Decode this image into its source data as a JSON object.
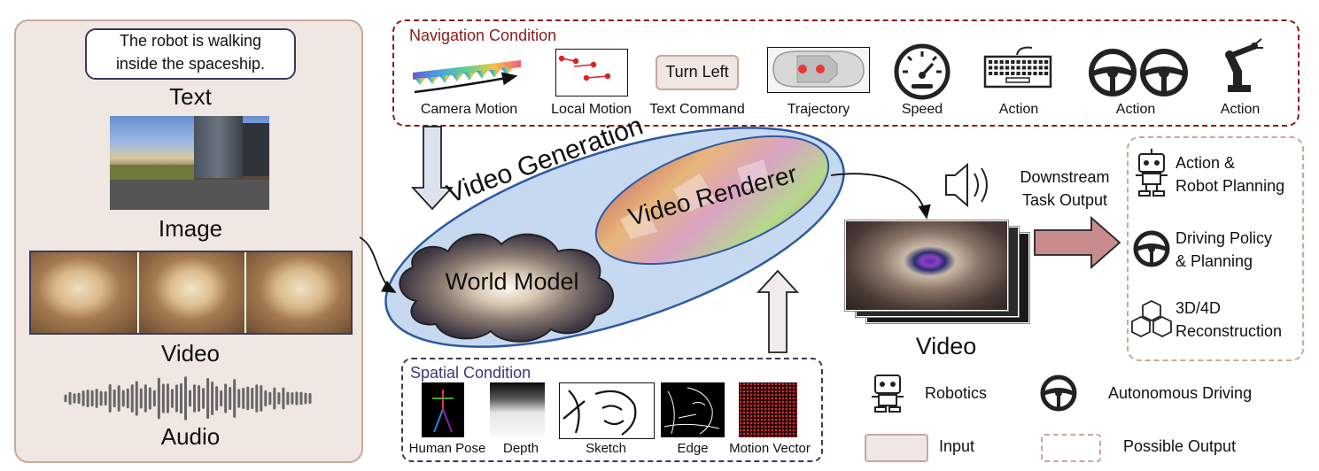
{
  "inputs": {
    "text_prompt": [
      "The robot is walking",
      "inside the spaceship."
    ],
    "text_label": "Text",
    "image_label": "Image",
    "video_label": "Video",
    "audio_label": "Audio"
  },
  "navigation": {
    "title": "Navigation Condition",
    "turn_left": "Turn Left",
    "items": [
      "Camera Motion",
      "Local Motion",
      "Text Command",
      "Trajectory",
      "Speed",
      "Action",
      "Action",
      "Action"
    ]
  },
  "center": {
    "video_generation": "Video Generation",
    "video_renderer": "Video Renderer",
    "world_model": "World Model",
    "video_label": "Video",
    "downstream": [
      "Downstream",
      "Task Output"
    ]
  },
  "spatial": {
    "title": "Spatial Condition",
    "items": [
      "Human Pose",
      "Depth",
      "Sketch",
      "Edge",
      "Motion Vector"
    ]
  },
  "outputs": {
    "items": [
      [
        "Action &",
        "Robot Planning"
      ],
      [
        "Driving Policy",
        "& Planning"
      ],
      [
        "3D/4D",
        "Reconstruction"
      ]
    ]
  },
  "legend": {
    "robotics": "Robotics",
    "autonomous_driving": "Autonomous Driving",
    "input": "Input",
    "possible_output": "Possible Output"
  },
  "colors": {
    "input_fill": "#f0e6e2",
    "input_border": "#c8a89c",
    "nav_border": "#8b1a1a",
    "spatial_border": "#3a3a5a",
    "ellipse_fill": "#c7d9f1",
    "ellipse_border": "#2d5aa0",
    "arrow_fill": "#c98c8c"
  }
}
